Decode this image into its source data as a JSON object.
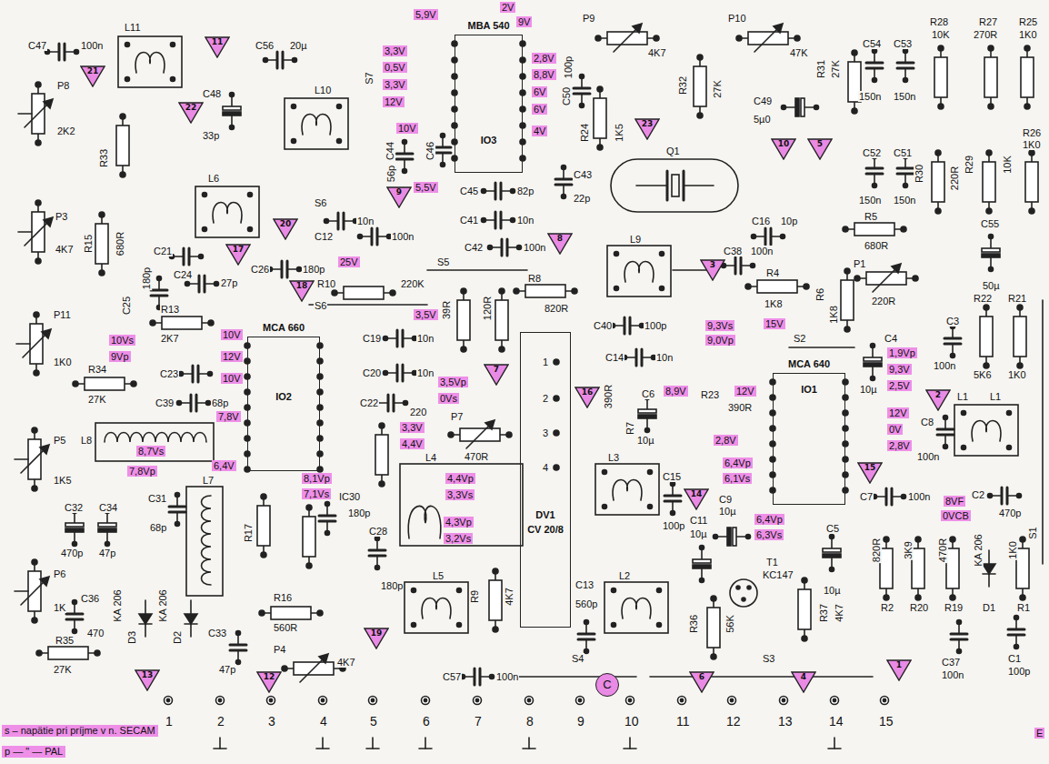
{
  "diagram": {
    "nodes": [
      {
        "text": [
          "MBA 540",
          "IO3"
        ]
      },
      {
        "text": [
          "MCA 660",
          "IO2"
        ]
      },
      {
        "text": [
          "DV1",
          "CV 20/8"
        ]
      },
      {
        "text": [
          "MCA 640",
          "IO1"
        ]
      }
    ],
    "labels": [
      "C47",
      "100n",
      "L11",
      "21",
      "11",
      "C56",
      "20µ",
      "P8",
      "2K2",
      "22",
      "C48",
      "33p",
      "R33",
      "L10",
      "S7",
      "5,9V",
      "2V",
      "9V",
      "3,3V",
      "0,5V",
      "3,3V",
      "12V",
      "10V",
      "5,5V",
      "2,8V",
      "8,8V",
      "6V",
      "6V",
      "4V",
      "C50",
      "100p",
      "C46",
      "C44",
      "56p",
      "9",
      "P9",
      "4K7",
      "P10",
      "47K",
      "R32",
      "27K",
      "R24",
      "1K5",
      "23",
      "C43",
      "22p",
      "Q1",
      "C49",
      "5µ0",
      "R31",
      "27K",
      "10",
      "5",
      "C54",
      "C53",
      "150n",
      "150n",
      "C52",
      "C51",
      "150n",
      "150n",
      "R30",
      "220R",
      "R28",
      "10K",
      "R27",
      "270R",
      "R25",
      "1K0",
      "R29",
      "10K",
      "R26",
      "1K0",
      "R5",
      "680R",
      "C55",
      "50µ",
      "P1",
      "220R",
      "R6",
      "1K8",
      "R22",
      "R21",
      "C3",
      "100n",
      "5K6",
      "1K0",
      "L1",
      "L1",
      "S1",
      "C45",
      "82p",
      "C41",
      "10n",
      "C42",
      "100n",
      "8",
      "S5",
      "R8",
      "820R",
      "L9",
      "3",
      "C38",
      "100n",
      "C16",
      "10p",
      "R4",
      "1K8",
      "L6",
      "S6",
      "10n",
      "C12",
      "100n",
      "20",
      "P3",
      "4K7",
      "R15",
      "680R",
      "C21",
      "C25",
      "180p",
      "C24",
      "27p",
      "17",
      "C26",
      "180p",
      "18",
      "25V",
      "R10",
      "220K",
      "S6",
      "3,5V",
      "39R",
      "120R",
      "P11",
      "1K0",
      "R13",
      "2K7",
      "10Vs",
      "9Vp",
      "R34",
      "27K",
      "C23",
      "C39",
      "68p",
      "L8",
      "8,7Vs",
      "7,8Vp",
      "P5",
      "1K5",
      "10V",
      "12V",
      "10V",
      "7,8V",
      "6,4V",
      "C19",
      "10n",
      "C20",
      "10n",
      "C22",
      "220",
      "3,3V",
      "4,4V",
      "3,5Vp",
      "0Vs",
      "7",
      "P7",
      "470R",
      "L4",
      "4,4Vp",
      "3,3Vs",
      "4,3Vp",
      "3,2Vs",
      "8,1Vp",
      "7,1Vs",
      "IC30",
      "180p",
      "C31",
      "68p",
      "L7",
      "C32",
      "C34",
      "470p",
      "47p",
      "R17",
      "C28",
      "180p",
      "L5",
      "R9",
      "4K7",
      "P6",
      "1K",
      "C36",
      "470",
      "KA 206",
      "KA 206",
      "D3",
      "D2",
      "R35",
      "27K",
      "R16",
      "560R",
      "C33",
      "47p",
      "P4",
      "4K7",
      "13",
      "12",
      "19",
      "C57",
      "100n",
      "S4",
      "C",
      "1",
      "2",
      "3",
      "4",
      "C13",
      "560p",
      "L2",
      "L3",
      "C15",
      "100p",
      "C40",
      "100p",
      "C14",
      "10n",
      "16",
      "390R",
      "R7",
      "C6",
      "10µ",
      "8,9V",
      "R23",
      "390R",
      "12V",
      "2,8V",
      "9,3Vs",
      "9,0Vp",
      "15V",
      "S2",
      "6,4Vp",
      "6,1Vs",
      "14",
      "C11",
      "10µ",
      "C9",
      "10µ",
      "6,4Vp",
      "6,3Vs",
      "T1",
      "KC147",
      "C5",
      "10µ",
      "R36",
      "56K",
      "R37",
      "4K7",
      "C4",
      "10µ",
      "1,9Vp",
      "9,3V",
      "2,5V",
      "12V",
      "0V",
      "2,8V",
      "2",
      "15",
      "C8",
      "100n",
      "C7",
      "100n",
      "8VF",
      "0VCB",
      "C2",
      "470p",
      "820R",
      "3K9",
      "470R",
      "KA 206",
      "1K0",
      "R2",
      "R20",
      "R19",
      "D1",
      "R1",
      "C37",
      "100n",
      "C1",
      "100p",
      "S3",
      "6",
      "4",
      "1",
      "1",
      "2",
      "3",
      "4",
      "5",
      "6",
      "7",
      "8",
      "9",
      "10",
      "11",
      "12",
      "13",
      "14",
      "15",
      "s – napätie pri príjme v n. SECAM",
      "p — \" — PAL",
      "E"
    ]
  }
}
